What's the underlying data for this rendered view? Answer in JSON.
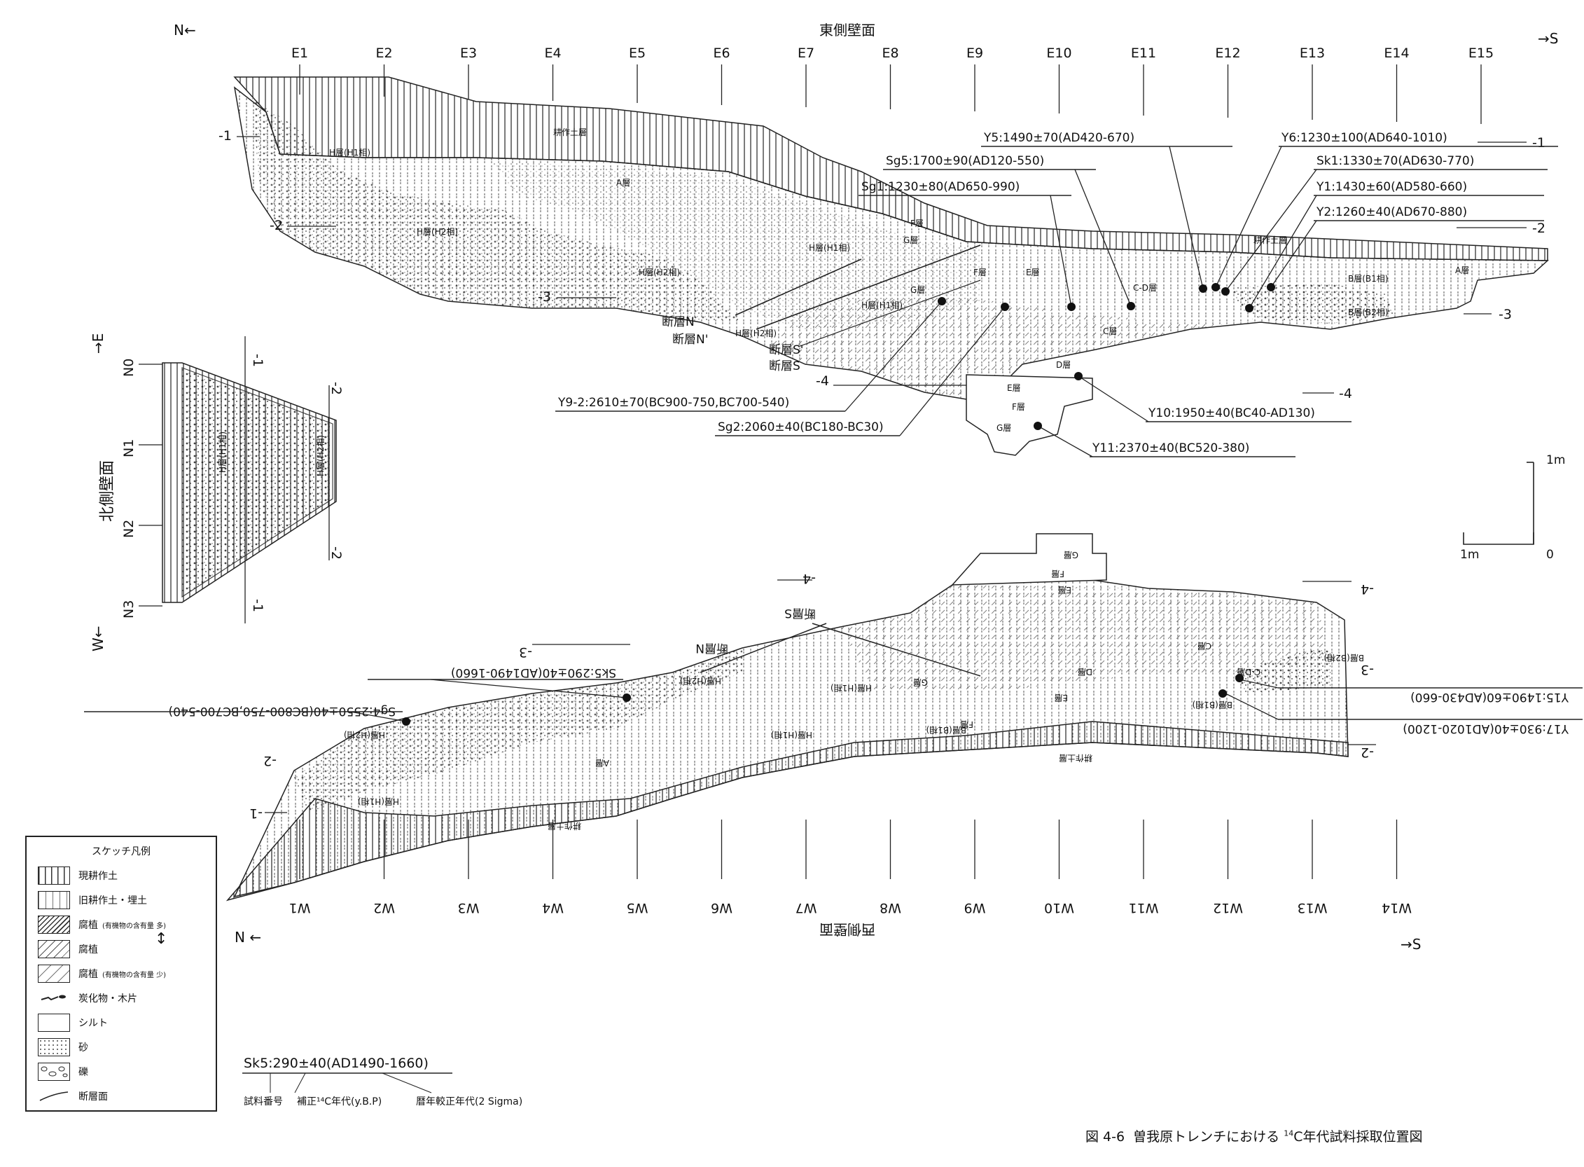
{
  "headers": {
    "east_wall": "東側壁面",
    "west_wall": "西側壁面",
    "north_wall": "北側壁面",
    "east_n": "N←",
    "east_s": "→S",
    "west_n": "N ←",
    "west_s": "→S",
    "north_e": "→E",
    "north_w": "W←"
  },
  "east_ticks": [
    "E1",
    "E2",
    "E3",
    "E4",
    "E5",
    "E6",
    "E7",
    "E8",
    "E9",
    "E10",
    "E11",
    "E12",
    "E13",
    "E14",
    "E15"
  ],
  "west_ticks": [
    "W1",
    "W2",
    "W3",
    "W4",
    "W5",
    "W6",
    "W7",
    "W8",
    "W9",
    "W10",
    "W11",
    "W12",
    "W13",
    "W14"
  ],
  "north_ticks": [
    "N0",
    "N1",
    "N2",
    "N3"
  ],
  "depth": {
    "m1": "-1",
    "m2": "-2",
    "m3": "-3",
    "m4": "-4"
  },
  "east_layers": {
    "kosaku": "耕作土層",
    "h1": "H層(H1相)",
    "h2": "H層(H2相)",
    "a": "A層",
    "h1b": "H層(H1相)",
    "h2b": "H層(H2相)",
    "g": "G層",
    "f": "F層",
    "e": "E層",
    "cd": "C-D層",
    "c": "C層",
    "d": "D層",
    "e2": "E層",
    "f2": "F層",
    "g2": "G層",
    "kosaku2": "耕作土層",
    "b1": "B層(B1相)",
    "b2": "B層(B2相)",
    "a2": "A層",
    "g3": "G層",
    "f3": "F層",
    "h1c": "H層(H1相)",
    "h2c": "H層(H2相)"
  },
  "faults": {
    "n": "断層N",
    "n2": "断層N'",
    "s2": "断層S'",
    "s": "断層S",
    "wn": "断層N",
    "ws": "断層S"
  },
  "samples_east": [
    {
      "id": "y5",
      "text": "Y5:1490±70(AD420-670)"
    },
    {
      "id": "y6",
      "text": "Y6:1230±100(AD640-1010)"
    },
    {
      "id": "sg5",
      "text": "Sg5:1700±90(AD120-550)"
    },
    {
      "id": "sk1",
      "text": "Sk1:1330±70(AD630-770)"
    },
    {
      "id": "sg1",
      "text": "Sg1:1230±80(AD650-990)"
    },
    {
      "id": "y1",
      "text": "Y1:1430±60(AD580-660)"
    },
    {
      "id": "y2",
      "text": "Y2:1260±40(AD670-880)"
    },
    {
      "id": "y92",
      "text": "Y9-2:2610±70(BC900-750,BC700-540)"
    },
    {
      "id": "sg2",
      "text": "Sg2:2060±40(BC180-BC30)"
    },
    {
      "id": "y10",
      "text": "Y10:1950±40(BC40-AD130)"
    },
    {
      "id": "y11",
      "text": "Y11:2370±40(BC520-380)"
    }
  ],
  "samples_west": [
    {
      "id": "sk5",
      "text": "Sk5:290±40(AD1490-1660)"
    },
    {
      "id": "sg4",
      "text": "Sg4:2550±40(BC800-750,BC700-540)"
    },
    {
      "id": "y15",
      "text": "Y15:1490±60(AD430-660)"
    },
    {
      "id": "y17",
      "text": "Y17:930±40(AD1020-1200)"
    }
  ],
  "west_layers": {
    "d": "D層",
    "c": "C層",
    "cd": "C-D層",
    "b2": "B層(B2相)",
    "b1": "B層(B1相)",
    "f": "F層",
    "g": "G層",
    "h1": "H層(H1相)",
    "h2": "H層(H2相)",
    "a": "A層",
    "kosaku": "耕作土層",
    "e": "E層",
    "g2": "G層",
    "f2": "F層",
    "e2": "E層",
    "bb1": "B層(B1相)"
  },
  "north_layers": {
    "h1": "H層(H1相)",
    "h2": "H層(H2相)"
  },
  "scale": {
    "v": "1m",
    "h": "1m",
    "zero": "0"
  },
  "legend": {
    "title": "スケッチ凡例",
    "items": [
      {
        "label": "現耕作土",
        "note": ""
      },
      {
        "label": "旧耕作土・埋土",
        "note": ""
      },
      {
        "label": "腐植",
        "note": "(有機物の含有量 多)"
      },
      {
        "label": "腐植",
        "note": ""
      },
      {
        "label": "腐植",
        "note": "(有機物の含有量 少)"
      },
      {
        "label": "炭化物・木片",
        "note": ""
      },
      {
        "label": "シルト",
        "note": ""
      },
      {
        "label": "砂",
        "note": ""
      },
      {
        "label": "礫",
        "note": ""
      },
      {
        "label": "断層面",
        "note": ""
      }
    ],
    "arrow": "↕"
  },
  "key": {
    "example": "Sk5:290±40(AD1490-1660)",
    "sample_no": "試料番号",
    "c14": "補正¹⁴C年代(y.B.P)",
    "cal": "暦年較正年代(2 Sigma)"
  },
  "caption": {
    "fig": "図 4-6",
    "pre": "曽我原トレンチにおける",
    "sup": "14",
    "post": "C年代試料採取位置図"
  }
}
